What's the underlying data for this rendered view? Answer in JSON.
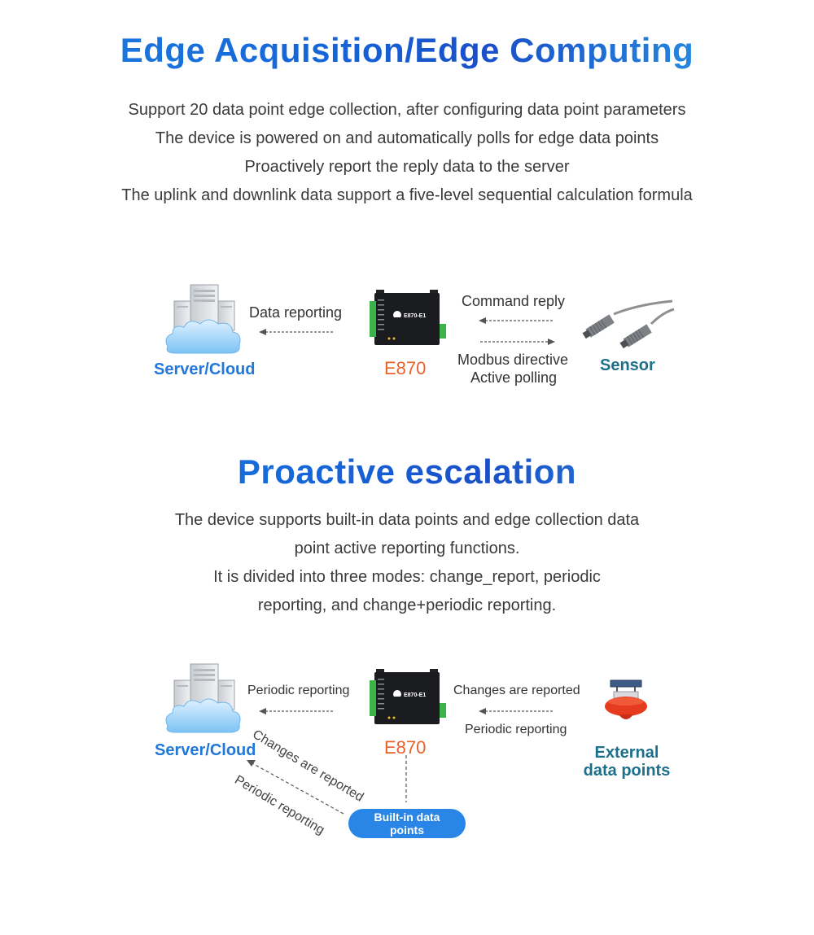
{
  "section1": {
    "title": "Edge Acquisition/Edge Computing",
    "lines": [
      "Support 20 data point edge collection, after configuring data point parameters",
      "The device is powered on and automatically polls for edge data points",
      "Proactively report the reply data to the server",
      "The uplink and downlink data support a five-level sequential calculation formula"
    ],
    "diagram": {
      "server_label": "Server/Cloud",
      "device_label": "E870",
      "device_badge": "E870-E1",
      "sensor_label": "Sensor",
      "data_reporting": "Data reporting",
      "command_reply": "Command reply",
      "modbus_directive": "Modbus directive",
      "active_polling": "Active polling"
    }
  },
  "section2": {
    "title": "Proactive escalation",
    "lines": [
      "The device supports built-in data points and edge collection data",
      "point active reporting functions.",
      "It is divided into three modes: change_report, periodic",
      "reporting, and change+periodic reporting."
    ],
    "diagram": {
      "server_label": "Server/Cloud",
      "device_label": "E870",
      "device_badge": "E870-E1",
      "periodic_reporting_left": "Periodic reporting",
      "changes_reported_right": "Changes are reported",
      "periodic_reporting_right": "Periodic reporting",
      "external_line1": "External",
      "external_line2": "data points",
      "diag_changes": "Changes are reported",
      "diag_periodic": "Periodic reporting",
      "builtin_line1": "Built-in data",
      "builtin_line2": "points"
    }
  },
  "colors": {
    "title_blue": "#1e7fe0",
    "label_blue": "#2178d8",
    "teal": "#1d6f8a",
    "orange": "#e8622a",
    "pill_blue": "#2a86e6"
  }
}
